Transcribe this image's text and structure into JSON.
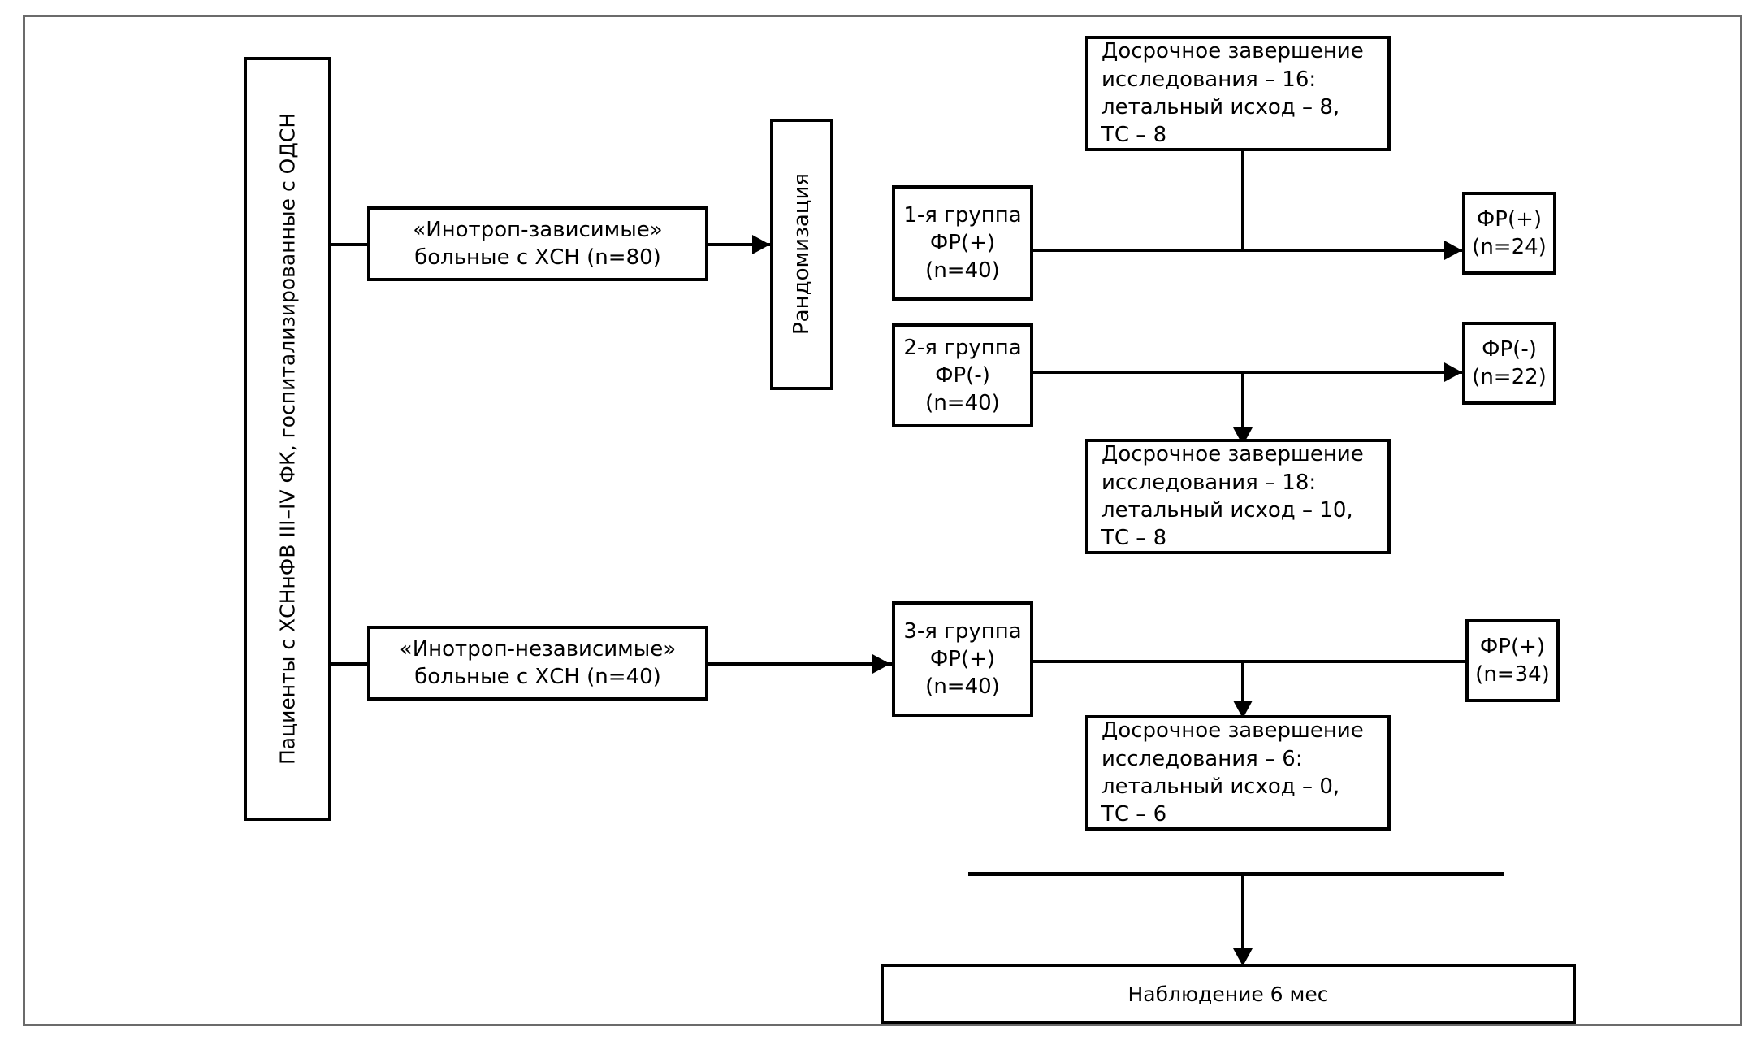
{
  "diagram": {
    "title_vertical": "Пациенты с ХСНнФВ III–IV ФК, госпитализированные с ОДСН",
    "randomization": "Рандомизация",
    "branches": {
      "inotrope_dependent": {
        "line1": "«Инотроп-зависимые»",
        "line2": "больные с ХСН (n=80)"
      },
      "inotrope_independent": {
        "line1": "«Инотроп-независимые»",
        "line2": "больные с ХСН (n=40)"
      }
    },
    "groups": [
      {
        "id": "group1",
        "line1": "1-я группа",
        "line2": "ФР(+)",
        "line3": "(n=40)"
      },
      {
        "id": "group2",
        "line1": "2-я группа",
        "line2": "ФР(-)",
        "line3": "(n=40)"
      },
      {
        "id": "group3",
        "line1": "3-я группа",
        "line2": "ФР(+)",
        "line3": "(n=40)"
      }
    ],
    "dropouts": [
      {
        "id": "dropout1",
        "line1": "Досрочное завершение",
        "line2": "исследования – 16:",
        "line3": "летальный исход – 8,",
        "line4": "ТС – 8"
      },
      {
        "id": "dropout2",
        "line1": "Досрочное завершение",
        "line2": "исследования – 18:",
        "line3": "летальный исход – 10,",
        "line4": "ТС – 8"
      },
      {
        "id": "dropout3",
        "line1": "Досрочное завершение",
        "line2": "исследования – 6:",
        "line3": "летальный исход – 0,",
        "line4": "ТС – 6"
      }
    ],
    "outcomes": [
      {
        "id": "outcome1",
        "line1": "ФР(+)",
        "line2": "(n=24)"
      },
      {
        "id": "outcome2",
        "line1": "ФР(-)",
        "line2": "(n=22)"
      },
      {
        "id": "outcome3",
        "line1": "ФР(+)",
        "line2": "(n=34)"
      }
    ],
    "observation": "Наблюдение 6 мес",
    "colors": {
      "stroke": "#000000",
      "frame": "#6b6b6b",
      "background": "#ffffff"
    }
  }
}
